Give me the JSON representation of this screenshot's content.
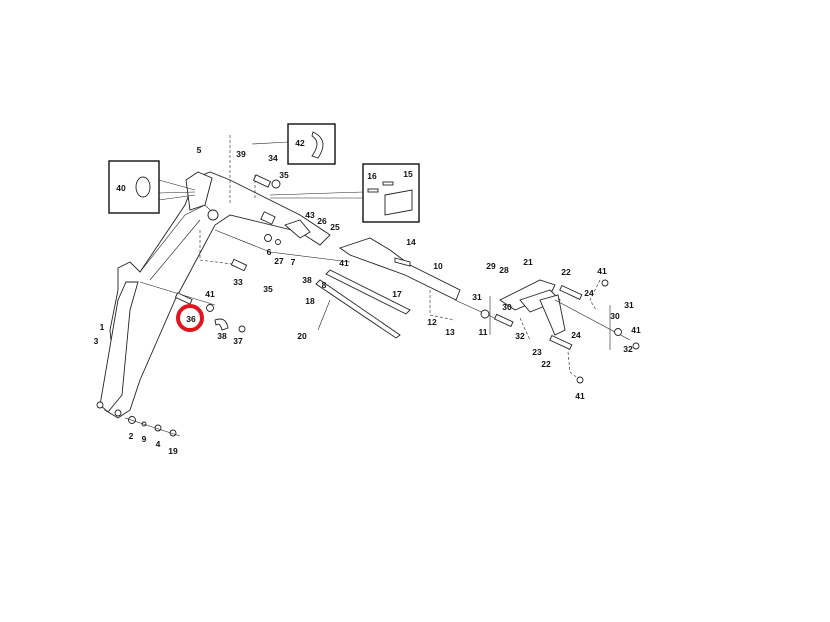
{
  "diagram": {
    "title": "Boom parts exploded view",
    "highlight_color": "#e0141e",
    "highlighted_part": "36",
    "labels": [
      "5",
      "39",
      "42",
      "34",
      "35",
      "40",
      "16",
      "15",
      "43",
      "26",
      "25",
      "14",
      "10",
      "6",
      "27",
      "7",
      "41",
      "38",
      "8",
      "33",
      "35",
      "41",
      "36",
      "38",
      "37",
      "17",
      "18",
      "20",
      "12",
      "13",
      "1",
      "3",
      "2",
      "9",
      "4",
      "19",
      "29",
      "28",
      "21",
      "22",
      "41",
      "31",
      "30",
      "24",
      "31",
      "11",
      "32",
      "30",
      "24",
      "41",
      "23",
      "32",
      "22",
      "41"
    ]
  }
}
